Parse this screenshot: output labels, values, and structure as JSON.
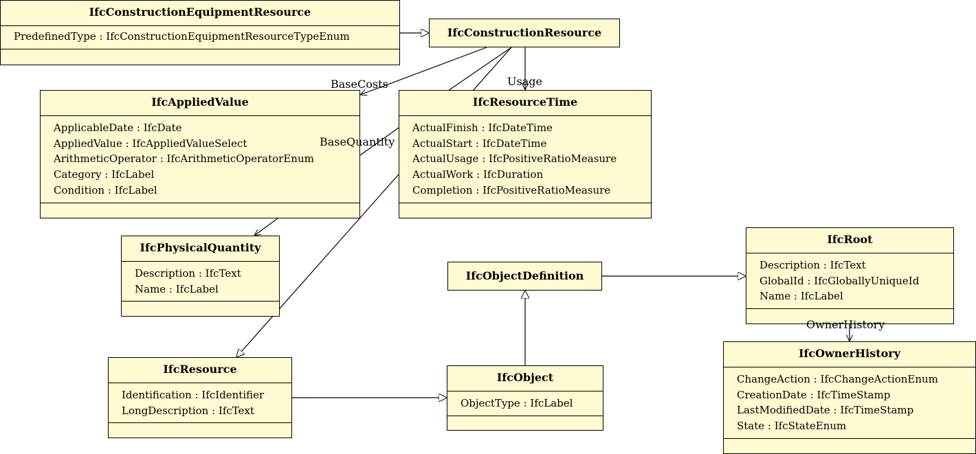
{
  "classes": {
    "construction_equipment_resource": {
      "name": "IfcConstructionEquipmentResource",
      "attributes": [
        "PredefinedType : IfcConstructionEquipmentResourceTypeEnum"
      ]
    },
    "construction_resource": {
      "name": "IfcConstructionResource"
    },
    "applied_value": {
      "name": "IfcAppliedValue",
      "attributes": [
        "ApplicableDate : IfcDate",
        "AppliedValue : IfcAppliedValueSelect",
        "ArithmeticOperator : IfcArithmeticOperatorEnum",
        "Category : IfcLabel",
        "Condition : IfcLabel"
      ]
    },
    "resource_time": {
      "name": "IfcResourceTime",
      "attributes": [
        "ActualFinish : IfcDateTime",
        "ActualStart : IfcDateTime",
        "ActualUsage : IfcPositiveRatioMeasure",
        "ActualWork : IfcDuration",
        "Completion : IfcPositiveRatioMeasure"
      ]
    },
    "physical_quantity": {
      "name": "IfcPhysicalQuantity",
      "attributes": [
        "Description : IfcText",
        "Name : IfcLabel"
      ]
    },
    "object_definition": {
      "name": "IfcObjectDefinition"
    },
    "root": {
      "name": "IfcRoot",
      "attributes": [
        "Description : IfcText",
        "GlobalId : IfcGloballyUniqueId",
        "Name : IfcLabel"
      ]
    },
    "owner_history": {
      "name": "IfcOwnerHistory",
      "attributes": [
        "ChangeAction : IfcChangeActionEnum",
        "CreationDate : IfcTimeStamp",
        "LastModifiedDate : IfcTimeStamp",
        "State : IfcStateEnum"
      ]
    },
    "resource": {
      "name": "IfcResource",
      "attributes": [
        "Identification : IfcIdentifier",
        "LongDescription : IfcText"
      ]
    },
    "object": {
      "name": "IfcObject",
      "attributes": [
        "ObjectType : IfcLabel"
      ]
    }
  },
  "edge_labels": {
    "base_costs": "BaseCosts",
    "usage": "Usage",
    "base_quantity": "BaseQuantity",
    "owner_history": "OwnerHistory"
  },
  "colors": {
    "class_fill": "#fffad2",
    "line": "#000000",
    "background": "#ffffff"
  }
}
